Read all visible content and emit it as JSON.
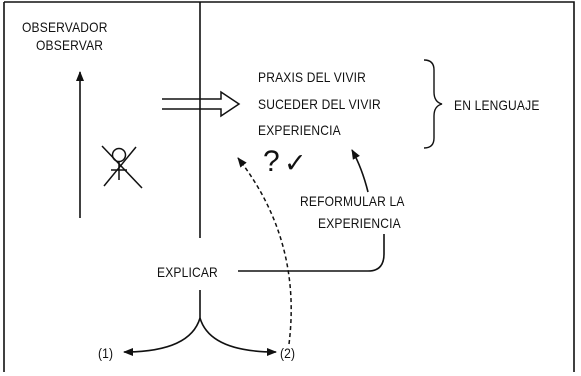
{
  "labels": {
    "observador": "OBSERVADOR",
    "observar": "OBSERVAR",
    "praxis": "PRAXIS DEL VIVIR",
    "suceder": "SUCEDER DEL VIVIR",
    "experiencia": "EXPERIENCIA",
    "lenguaje": "EN LENGUAJE",
    "reformular_line1": "REFORMULAR LA",
    "reformular_line2": "EXPERIENCIA",
    "explicar": "EXPLICAR",
    "branch_left": "(1)",
    "branch_right": "(2)"
  },
  "symbols": {
    "question": "?",
    "check": "✓"
  },
  "colors": {
    "ink": "#111111",
    "background": "#ffffff"
  }
}
